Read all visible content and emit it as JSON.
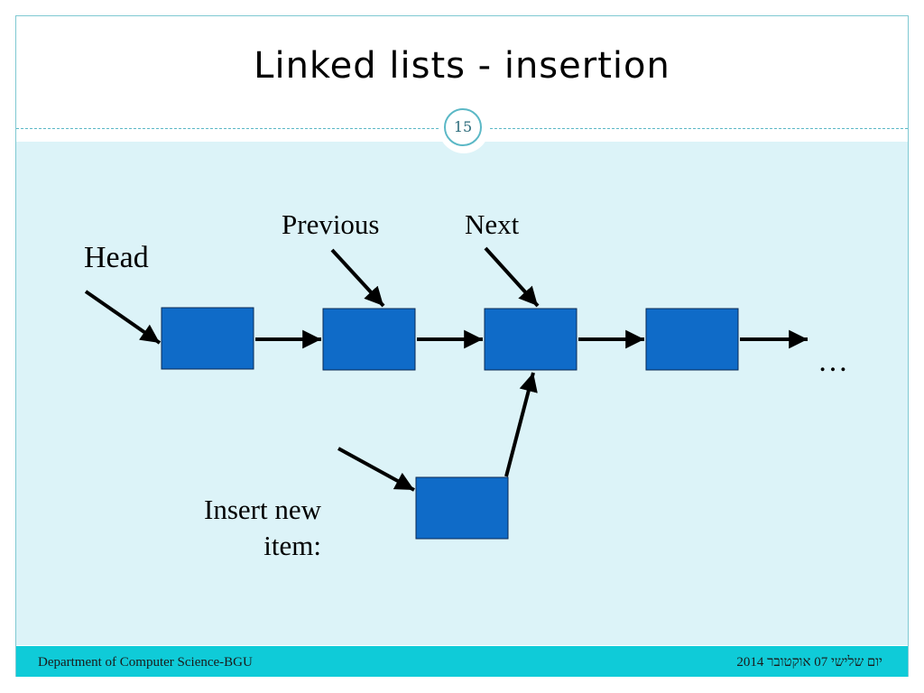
{
  "slide": {
    "title": "Linked lists - insertion",
    "page_number": "15"
  },
  "diagram": {
    "labels": {
      "head": "Head",
      "previous": "Previous",
      "next": "Next",
      "ellipsis": "…",
      "insert_line1": "Insert new",
      "insert_line2": "item:"
    },
    "node_color": "#0f6bc8",
    "node_border": "#0a2a55"
  },
  "footer": {
    "left": "Department of Computer Science-BGU",
    "right": "יום שלישי 07 אוקטובר 2014"
  },
  "colors": {
    "content_background": "#dcf3f8",
    "footer_background": "#0fcbd8",
    "accent": "#5bb8c6"
  }
}
